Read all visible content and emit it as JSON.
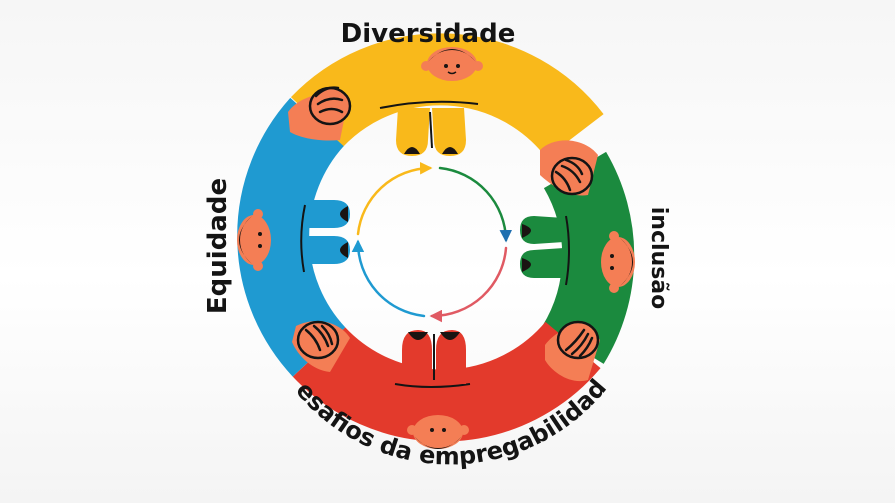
{
  "labels": {
    "top": "Diversidade",
    "right": "inclusão",
    "left": "Equidade",
    "bottom": "Desafios da empregabilidade"
  },
  "colors": {
    "yellow": "#f9b91b",
    "green": "#1b8a3e",
    "red": "#e33a2c",
    "blue": "#1f9ad1",
    "skin": "#f47e55",
    "skin_dark": "#e76a43",
    "hair": "#1a1412",
    "outline": "#141414"
  },
  "arrows_order": [
    "yellow",
    "green",
    "red",
    "blue"
  ]
}
